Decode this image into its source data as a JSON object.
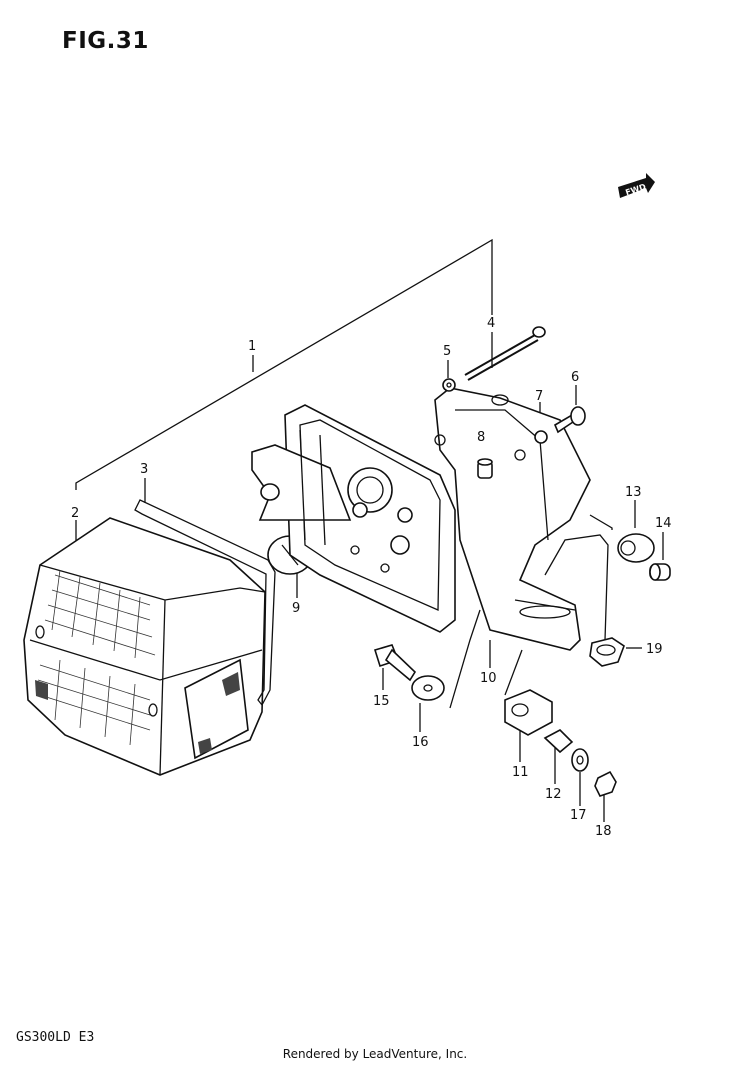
{
  "figure": {
    "title": "FIG.31"
  },
  "model": "GS300LD  E3",
  "footer": "Rendered by LeadVenture, Inc.",
  "fwd_badge": "FWD",
  "callouts": [
    "1",
    "2",
    "3",
    "4",
    "5",
    "6",
    "7",
    "8",
    "9",
    "10",
    "11",
    "12",
    "13",
    "14",
    "15",
    "16",
    "17",
    "18",
    "19"
  ]
}
